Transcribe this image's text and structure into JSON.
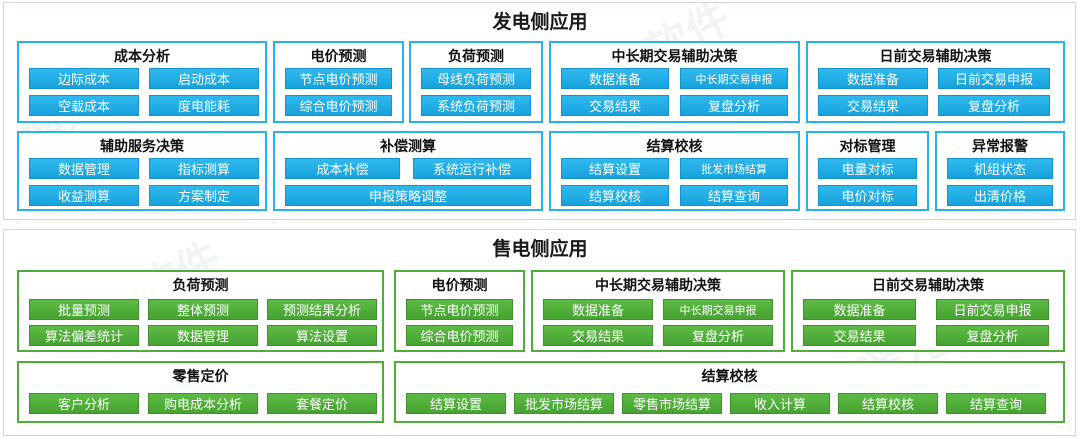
{
  "watermark": "遥光软件",
  "gen": {
    "title": "发电侧应用",
    "cost": {
      "title": "成本分析",
      "items": [
        "边际成本",
        "启动成本",
        "空载成本",
        "度电能耗"
      ]
    },
    "price": {
      "title": "电价预测",
      "items": [
        "节点电价预测",
        "综合电价预测"
      ]
    },
    "load": {
      "title": "负荷预测",
      "items": [
        "母线负荷预测",
        "系统负荷预测"
      ]
    },
    "mid": {
      "title": "中长期交易辅助决策",
      "items": [
        "数据准备",
        "中长期交易申报",
        "交易结果",
        "复盘分析"
      ]
    },
    "day": {
      "title": "日前交易辅助决策",
      "items": [
        "数据准备",
        "日前交易申报",
        "交易结果",
        "复盘分析"
      ]
    },
    "aux": {
      "title": "辅助服务决策",
      "items": [
        "数据管理",
        "指标测算",
        "收益测算",
        "方案制定"
      ]
    },
    "comp": {
      "title": "补偿测算",
      "items": [
        "成本补偿",
        "系统运行补偿",
        "申报策略调整"
      ]
    },
    "settle": {
      "title": "结算校核",
      "items": [
        "结算设置",
        "批发市场结算",
        "结算校核",
        "结算查询"
      ]
    },
    "bench": {
      "title": "对标管理",
      "items": [
        "电量对标",
        "电价对标"
      ]
    },
    "alarm": {
      "title": "异常报警",
      "items": [
        "机组状态",
        "出清价格"
      ]
    }
  },
  "sell": {
    "title": "售电侧应用",
    "load": {
      "title": "负荷预测",
      "items": [
        "批量预测",
        "整体预测",
        "预测结果分析",
        "算法偏差统计",
        "数据管理",
        "算法设置"
      ]
    },
    "price": {
      "title": "电价预测",
      "items": [
        "节点电价预测",
        "综合电价预测"
      ]
    },
    "mid": {
      "title": "中长期交易辅助决策",
      "items": [
        "数据准备",
        "中长期交易申报",
        "交易结果",
        "复盘分析"
      ]
    },
    "day": {
      "title": "日前交易辅助决策",
      "items": [
        "数据准备",
        "日前交易申报",
        "交易结果",
        "复盘分析"
      ]
    },
    "retail": {
      "title": "零售定价",
      "items": [
        "客户分析",
        "购电成本分析",
        "套餐定价"
      ]
    },
    "settle": {
      "title": "结算校核",
      "items": [
        "结算设置",
        "批发市场结算",
        "零售市场结算",
        "收入计算",
        "结算校核",
        "结算查询"
      ]
    }
  }
}
